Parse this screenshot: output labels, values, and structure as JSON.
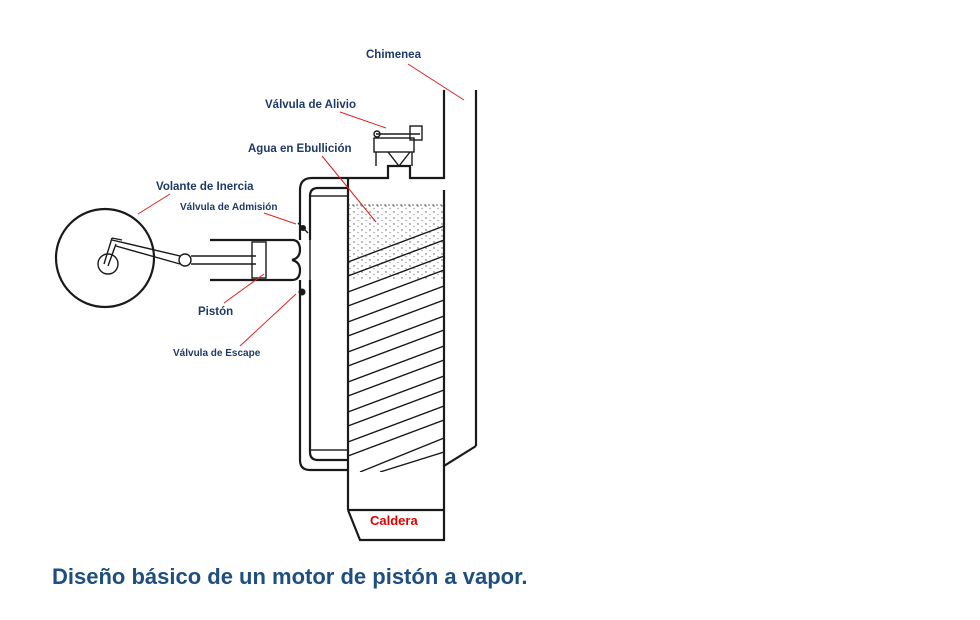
{
  "labels": {
    "chimenea": "Chimenea",
    "valvula_alivio": "Válvula de Alivio",
    "agua_ebullicion": "Agua en Ebullición",
    "volante_inercia": "Volante de Inercia",
    "valvula_admision": "Válvula de Admisión",
    "piston": "Pistón",
    "valvula_escape": "Válvula de Escape",
    "caldera": "Caldera"
  },
  "caption": "Diseño básico de un motor de pistón a vapor.",
  "colors": {
    "label_text": "#1f3a66",
    "caption_text": "#1f4e80",
    "leader_lines": "#e02020",
    "caldera_text": "#e00000",
    "drawing_ink": "#1a1a1a"
  }
}
